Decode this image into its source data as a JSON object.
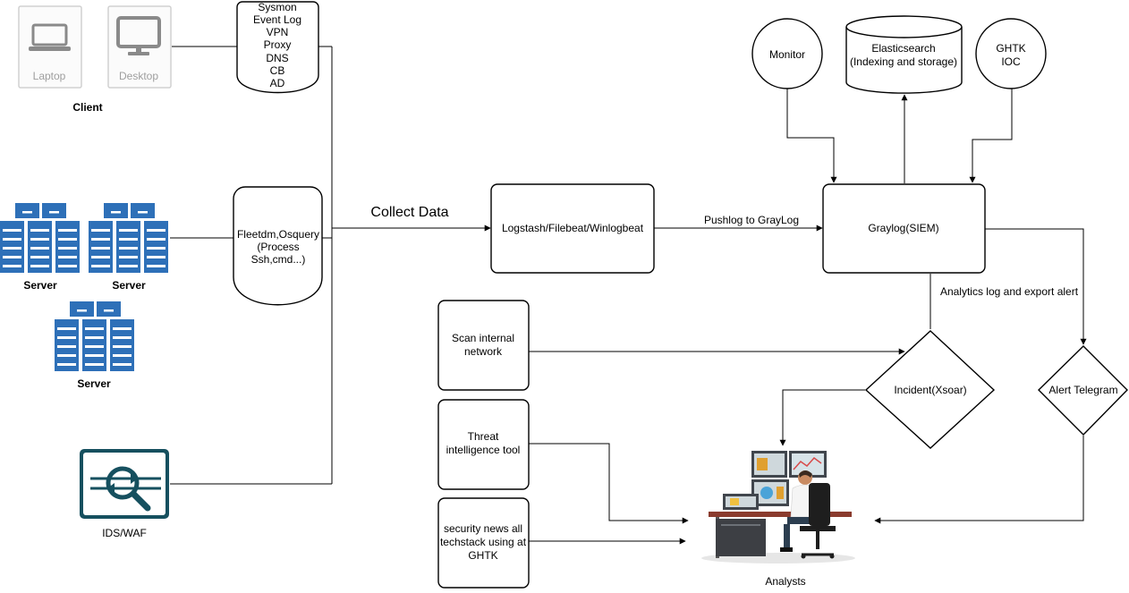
{
  "clients": {
    "laptop_label": "Laptop",
    "desktop_label": "Desktop",
    "group_label": "Client"
  },
  "servers": {
    "labels": [
      "Server",
      "Server",
      "Server"
    ]
  },
  "ids_waf": {
    "label": "IDS/WAF"
  },
  "log_sources": {
    "lines": [
      "Sysmon",
      "Event Log",
      "VPN",
      "Proxy",
      "DNS",
      "CB",
      "AD"
    ]
  },
  "endpoint_agent": {
    "lines": [
      "Fleetdm,Osquery",
      "(Process",
      "Ssh,cmd...)"
    ]
  },
  "collect_label": "Collect Data",
  "shipper": {
    "label": "Logstash/Filebeat/Winlogbeat"
  },
  "push_label": "Pushlog to GrayLog",
  "siem": {
    "label": "Graylog(SIEM)"
  },
  "monitor": {
    "label": "Monitor"
  },
  "storage": {
    "lines": [
      "Elasticsearch",
      "(Indexing and storage)"
    ]
  },
  "ioc": {
    "lines": [
      "GHTK",
      "IOC"
    ]
  },
  "analytics_label": "Analytics log and export alert",
  "incident": {
    "label": "Incident(Xsoar)"
  },
  "alert": {
    "label": "Alert Telegram"
  },
  "tools": {
    "scan": {
      "lines": [
        "Scan internal",
        "network"
      ]
    },
    "threat": {
      "lines": [
        "Threat",
        "intelligence tool"
      ]
    },
    "news": {
      "lines": [
        "security news all",
        "techstack using at",
        "GHTK"
      ]
    }
  },
  "analysts": {
    "label": "Analysts"
  },
  "colors": {
    "server_blue": "#2e70b8",
    "server_slot": "#ffffff",
    "ids_teal": "#16505f",
    "device_grey": "#8a8a8a"
  }
}
